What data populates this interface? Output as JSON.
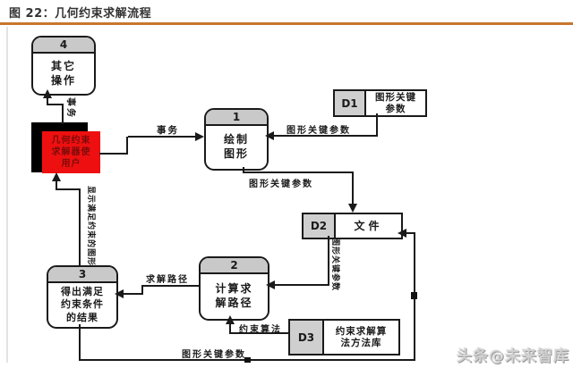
{
  "title": "图 22：几何约束求解流程",
  "watermark": "头条@未来智库",
  "accent_color": "#C8762C",
  "entity": {
    "label": "几何约束\n求解器使\n用户",
    "bg": "#EE1010"
  },
  "processes": {
    "p1": {
      "num": "1",
      "label": "绘制\n图形"
    },
    "p2": {
      "num": "2",
      "label": "计算求\n解路径"
    },
    "p3": {
      "num": "3",
      "label": "得出满足\n约束条件\n的结果"
    },
    "p4": {
      "num": "4",
      "label": "其它\n操作"
    }
  },
  "stores": {
    "d1": {
      "id": "D1",
      "label": "图形关键\n参数"
    },
    "d2": {
      "id": "D2",
      "label": "文件"
    },
    "d3": {
      "id": "D3",
      "label": "约束求解算\n法方法库"
    }
  },
  "flows": {
    "transaction_up": "事务",
    "transaction_right": "事务",
    "d1_to_p1": "图形关键参数",
    "p1_to_d2": "图形关键参数",
    "d2_to_p2": "图形关键参数",
    "p2_to_p3": "求解路径",
    "d3_to_p2": "约束算法",
    "p3_to_d2": "图形关键参数",
    "p3_to_entity": "显示满足约束的图形"
  }
}
